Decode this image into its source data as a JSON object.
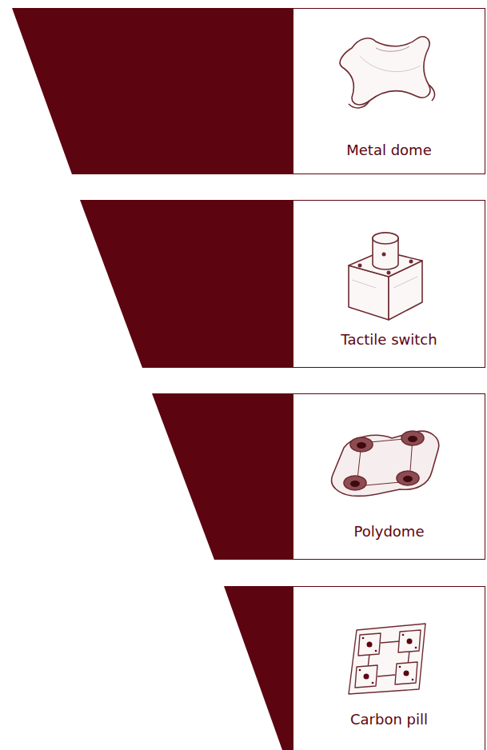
{
  "diagram": {
    "nodes": [
      {
        "text": [
          "Metal dome"
        ]
      },
      {
        "text": [
          "Tactile switch"
        ]
      },
      {
        "text": [
          "Polydome"
        ]
      },
      {
        "text": [
          "Carbon pill"
        ]
      }
    ]
  }
}
